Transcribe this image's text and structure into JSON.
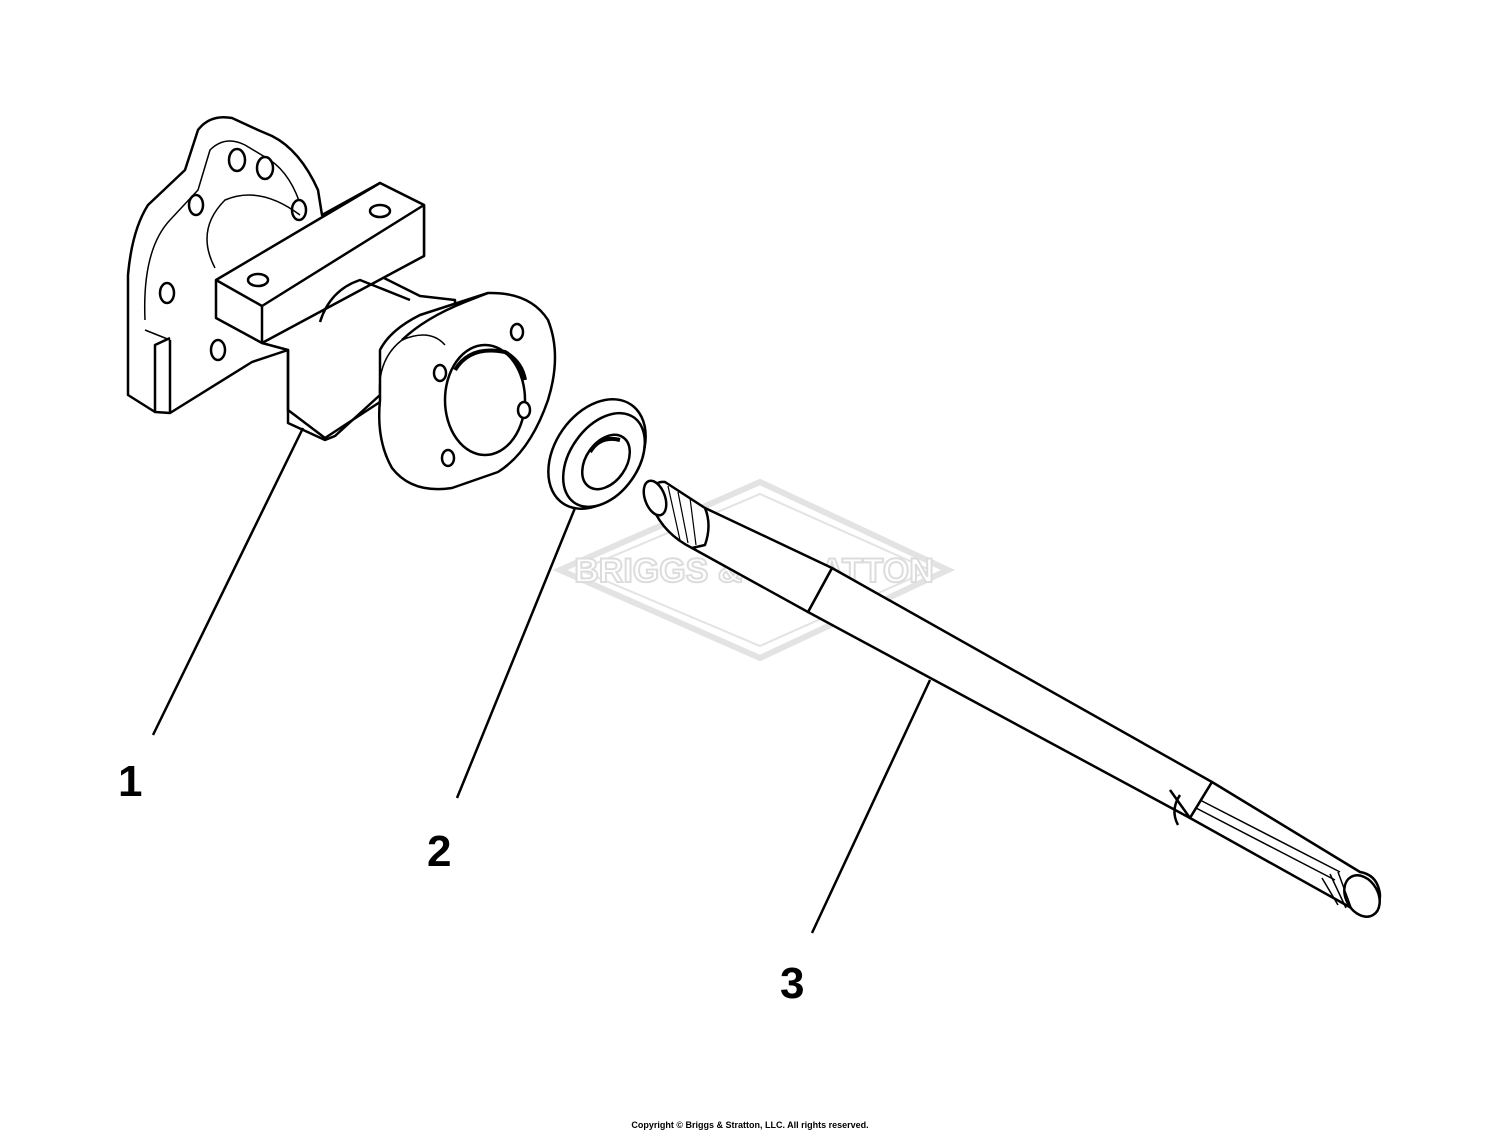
{
  "watermark": {
    "text": "BRIGGS & STRATTON",
    "color": "#e6e6e6"
  },
  "parts": [
    {
      "callout": "1",
      "icon": "housing-icon"
    },
    {
      "callout": "2",
      "icon": "seal-icon"
    },
    {
      "callout": "3",
      "icon": "shaft-icon"
    }
  ],
  "footer": {
    "copyright": "Copyright © Briggs & Stratton, LLC. All rights reserved."
  }
}
